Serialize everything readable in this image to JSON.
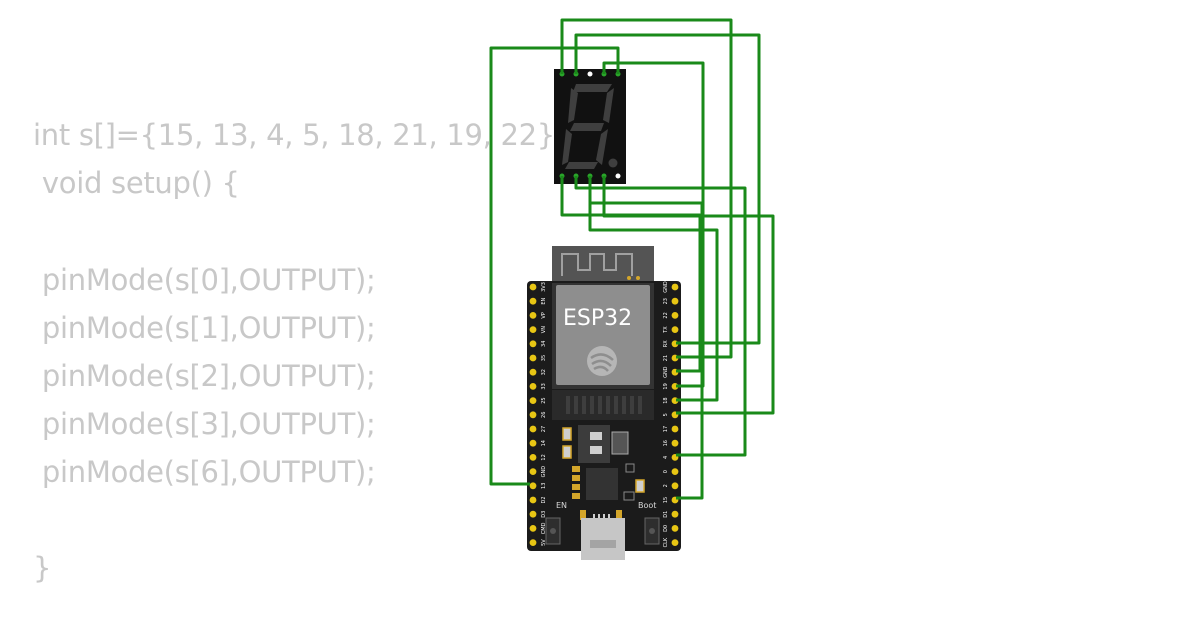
{
  "code": {
    "lines": [
      "int s[]={15, 13, 4, 5, 18, 21, 19, 22};",
      " void setup() {",
      "",
      " pinMode(s[0],OUTPUT);",
      " pinMode(s[1],OUTPUT);",
      " pinMode(s[2],OUTPUT);",
      " pinMode(s[3],OUTPUT);",
      " pinMode(s[6],OUTPUT);",
      "",
      "}"
    ]
  },
  "board": {
    "chip_label": "ESP32",
    "left_pins": [
      "3V3",
      "EN",
      "VP",
      "VN",
      "34",
      "35",
      "32",
      "33",
      "25",
      "26",
      "27",
      "14",
      "12",
      "GND",
      "13",
      "D2",
      "D3",
      "CMD",
      "5V"
    ],
    "right_pins": [
      "GND",
      "23",
      "22",
      "TX",
      "RX",
      "21",
      "GND",
      "19",
      "18",
      "5",
      "17",
      "16",
      "4",
      "0",
      "2",
      "15",
      "D1",
      "D0",
      "CLK"
    ],
    "en_button_label": "EN",
    "boot_button_label": "Boot"
  },
  "wire_color": "#1a8a1a",
  "display": {
    "segment_color_off": "#3f3f3f",
    "body_color": "#111111"
  }
}
